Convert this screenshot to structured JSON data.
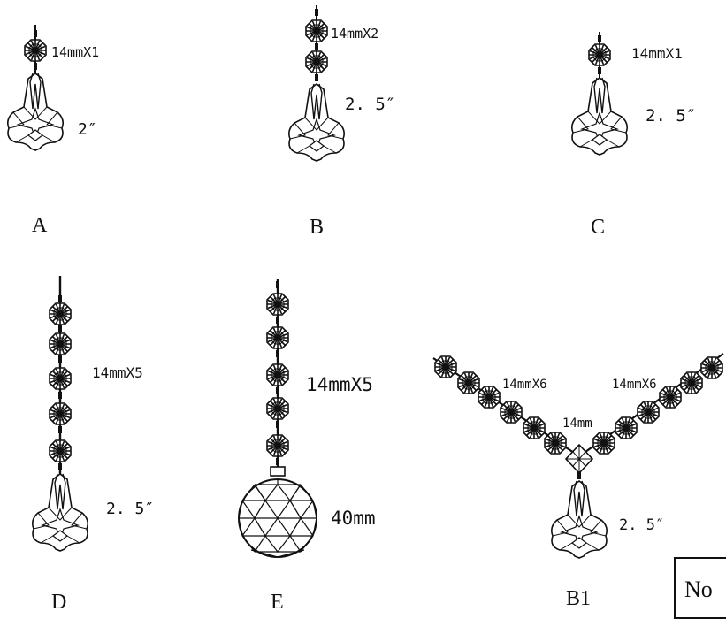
{
  "items": {
    "A": {
      "label": "A",
      "spec": "14mmX1",
      "size": "2″"
    },
    "B": {
      "label": "B",
      "spec": "14mmX2",
      "size": "2. 5″"
    },
    "C": {
      "label": "C",
      "spec": "14mmX1",
      "size": "2. 5″"
    },
    "D": {
      "label": "D",
      "spec": "14mmX5",
      "size": "2. 5″"
    },
    "E": {
      "label": "E",
      "spec": "14mmX5",
      "size": "40mm"
    },
    "B1": {
      "label": "B1",
      "spec_left": "14mmX6",
      "spec_right": "14mmX6",
      "center": "14mm",
      "size": "2. 5″"
    }
  },
  "corner_box": {
    "text": "No"
  }
}
